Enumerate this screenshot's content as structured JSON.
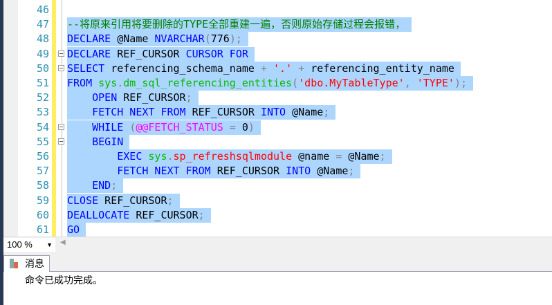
{
  "editor": {
    "lines": [
      {
        "n": "46",
        "sel": false,
        "fold": false,
        "tokens": []
      },
      {
        "n": "47",
        "sel": true,
        "fold": false,
        "tokens": [
          [
            "--将原来引用将要删除的TYPE全部重建一遍，否则原始存储过程会报错，",
            "cm"
          ]
        ]
      },
      {
        "n": "48",
        "sel": true,
        "fold": false,
        "tokens": [
          [
            "DECLARE",
            "kw"
          ],
          [
            " @Name ",
            "tx"
          ],
          [
            "NVARCHAR",
            "kw"
          ],
          [
            "(",
            "op"
          ],
          [
            "776",
            "tx"
          ],
          [
            ");",
            "op"
          ]
        ]
      },
      {
        "n": "49",
        "sel": true,
        "fold": true,
        "tokens": [
          [
            "DECLARE",
            "kw"
          ],
          [
            " REF_CURSOR ",
            "tx"
          ],
          [
            "CURSOR FOR",
            "kw"
          ]
        ]
      },
      {
        "n": "50",
        "sel": true,
        "fold": true,
        "tokens": [
          [
            "SELECT",
            "kw"
          ],
          [
            " referencing_schema_name ",
            "tx"
          ],
          [
            "+",
            "op"
          ],
          [
            " ",
            "tx"
          ],
          [
            "'.'",
            "st"
          ],
          [
            " ",
            "tx"
          ],
          [
            "+",
            "op"
          ],
          [
            " referencing_entity_name",
            "tx"
          ]
        ]
      },
      {
        "n": "51",
        "sel": true,
        "fold": false,
        "tokens": [
          [
            "FROM",
            "kw"
          ],
          [
            " ",
            "tx"
          ],
          [
            "sys",
            "fn"
          ],
          [
            ".",
            "op"
          ],
          [
            "dm_sql_referencing_entities",
            "fn"
          ],
          [
            "(",
            "op"
          ],
          [
            "'dbo.MyTableType'",
            "st"
          ],
          [
            ", ",
            "op"
          ],
          [
            "'TYPE'",
            "st"
          ],
          [
            ");",
            "op"
          ]
        ]
      },
      {
        "n": "52",
        "sel": true,
        "fold": false,
        "tokens": [
          [
            "    ",
            "tx"
          ],
          [
            "OPEN",
            "kw"
          ],
          [
            " REF_CURSOR",
            "tx"
          ],
          [
            ";",
            "op"
          ]
        ]
      },
      {
        "n": "53",
        "sel": true,
        "fold": false,
        "tokens": [
          [
            "    ",
            "tx"
          ],
          [
            "FETCH NEXT FROM",
            "kw"
          ],
          [
            " REF_CURSOR ",
            "tx"
          ],
          [
            "INTO",
            "kw"
          ],
          [
            " @Name",
            "tx"
          ],
          [
            ";",
            "op"
          ]
        ]
      },
      {
        "n": "54",
        "sel": true,
        "fold": true,
        "tokens": [
          [
            "    ",
            "tx"
          ],
          [
            "WHILE",
            "kw"
          ],
          [
            " ",
            "tx"
          ],
          [
            "(",
            "op"
          ],
          [
            "@@FETCH_STATUS",
            "gl"
          ],
          [
            " ",
            "tx"
          ],
          [
            "=",
            "op"
          ],
          [
            " 0",
            "tx"
          ],
          [
            ")",
            "op"
          ]
        ]
      },
      {
        "n": "55",
        "sel": true,
        "fold": true,
        "tokens": [
          [
            "    ",
            "tx"
          ],
          [
            "BEGIN",
            "kw"
          ]
        ]
      },
      {
        "n": "56",
        "sel": true,
        "fold": false,
        "tokens": [
          [
            "        ",
            "tx"
          ],
          [
            "EXEC",
            "kw"
          ],
          [
            " ",
            "tx"
          ],
          [
            "sys",
            "fn"
          ],
          [
            ".",
            "op"
          ],
          [
            "sp_refreshsqlmodule",
            "st"
          ],
          [
            " @name ",
            "tx"
          ],
          [
            "=",
            "op"
          ],
          [
            " @Name",
            "tx"
          ],
          [
            ";",
            "op"
          ]
        ]
      },
      {
        "n": "57",
        "sel": true,
        "fold": false,
        "tokens": [
          [
            "        ",
            "tx"
          ],
          [
            "FETCH NEXT FROM",
            "kw"
          ],
          [
            " REF_CURSOR ",
            "tx"
          ],
          [
            "INTO",
            "kw"
          ],
          [
            " @Name",
            "tx"
          ],
          [
            ";",
            "op"
          ]
        ]
      },
      {
        "n": "58",
        "sel": true,
        "fold": false,
        "tokens": [
          [
            "    ",
            "tx"
          ],
          [
            "END",
            "kw"
          ],
          [
            ";",
            "op"
          ]
        ]
      },
      {
        "n": "59",
        "sel": true,
        "fold": false,
        "tokens": [
          [
            "CLOSE",
            "kw"
          ],
          [
            " REF_CURSOR",
            "tx"
          ],
          [
            ";",
            "op"
          ]
        ]
      },
      {
        "n": "60",
        "sel": true,
        "fold": false,
        "tokens": [
          [
            "DEALLOCATE",
            "kw"
          ],
          [
            " REF_CURSOR",
            "tx"
          ],
          [
            ";",
            "op"
          ]
        ]
      },
      {
        "n": "61",
        "sel": true,
        "fold": false,
        "tokens": [
          [
            "GO",
            "kw"
          ]
        ]
      }
    ]
  },
  "zoom": {
    "value": "100 %"
  },
  "output": {
    "tab_label": "消息",
    "message": "命令已成功完成。"
  }
}
